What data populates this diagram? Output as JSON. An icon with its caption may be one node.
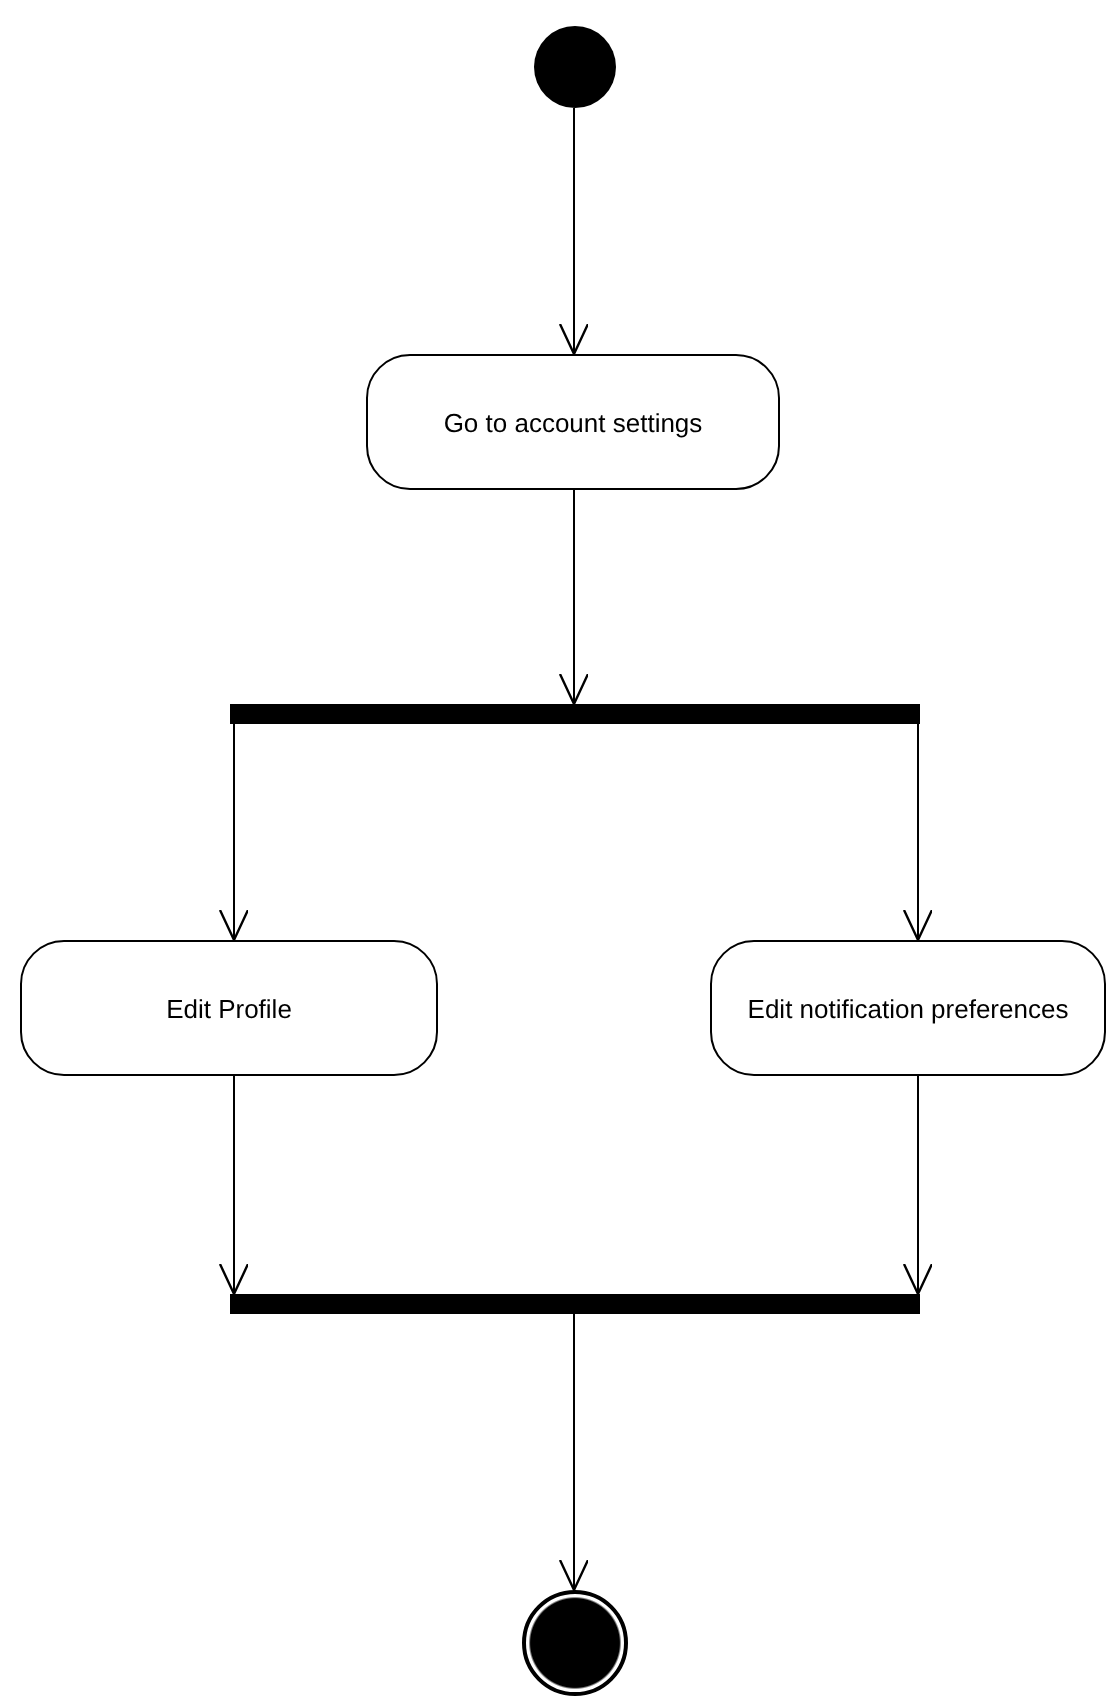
{
  "diagram": {
    "nodes": [
      {
        "text": [],
        "shape": "circle"
      },
      {
        "text": [
          "Go to account settings"
        ]
      },
      {
        "text": [],
        "shape": "bar"
      },
      {
        "text": [
          "Edit Profile"
        ]
      },
      {
        "text": [
          "Edit notification preferences"
        ]
      },
      {
        "text": [],
        "shape": "bar"
      },
      {
        "text": [],
        "shape": "circle"
      }
    ],
    "edges": [
      {
        "from": 0,
        "to": 1,
        "arrow": "to"
      },
      {
        "from": 1,
        "to": 2,
        "arrow": "to"
      },
      {
        "from": 2,
        "to": 3,
        "arrow": "to"
      },
      {
        "from": 2,
        "to": 4,
        "arrow": "to"
      },
      {
        "from": 3,
        "to": 5,
        "arrow": "to"
      },
      {
        "from": 4,
        "to": 5,
        "arrow": "to"
      },
      {
        "from": 5,
        "to": 6,
        "arrow": "to"
      }
    ]
  }
}
